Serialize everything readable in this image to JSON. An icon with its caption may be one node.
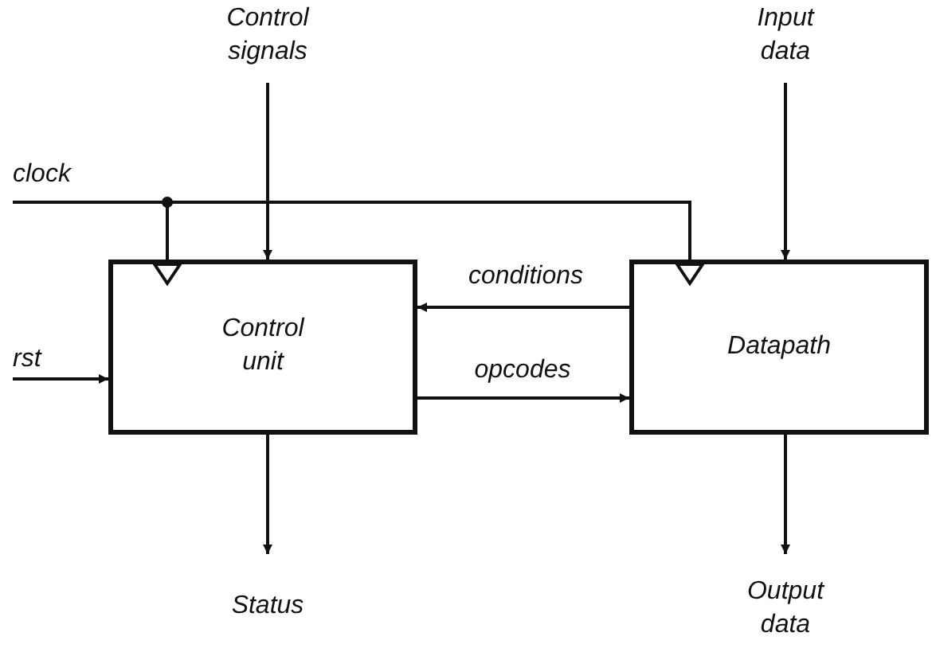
{
  "diagram": {
    "nodes": [
      {
        "text": [
          "Control unit"
        ]
      },
      {
        "text": [
          "Datapath"
        ]
      },
      {
        "text": [
          "Control signals"
        ]
      },
      {
        "text": [
          "Input data"
        ]
      },
      {
        "text": [
          "clock"
        ]
      },
      {
        "text": [
          "rst"
        ]
      },
      {
        "text": [
          "Status"
        ]
      },
      {
        "text": [
          "Output data"
        ]
      },
      {
        "text": [],
        "shape": "triangle",
        "in": 0
      },
      {
        "text": [],
        "shape": "triangle",
        "in": 1
      }
    ],
    "edges": [
      {
        "from": 2,
        "to": 0,
        "arrow": "to"
      },
      {
        "from": 3,
        "to": 1,
        "arrow": "to"
      },
      {
        "from": 4,
        "to": 8,
        "arrow": "none"
      },
      {
        "from": 4,
        "to": 9,
        "arrow": "none"
      },
      {
        "from": 5,
        "to": 0,
        "arrow": "to"
      },
      {
        "from": 0,
        "to": 6,
        "arrow": "to"
      },
      {
        "from": 1,
        "to": 7,
        "arrow": "to"
      },
      {
        "from": 1,
        "to": 0,
        "arrow": "to",
        "label": "conditions"
      },
      {
        "from": 0,
        "to": 1,
        "arrow": "to",
        "label": "opcodes"
      }
    ]
  }
}
